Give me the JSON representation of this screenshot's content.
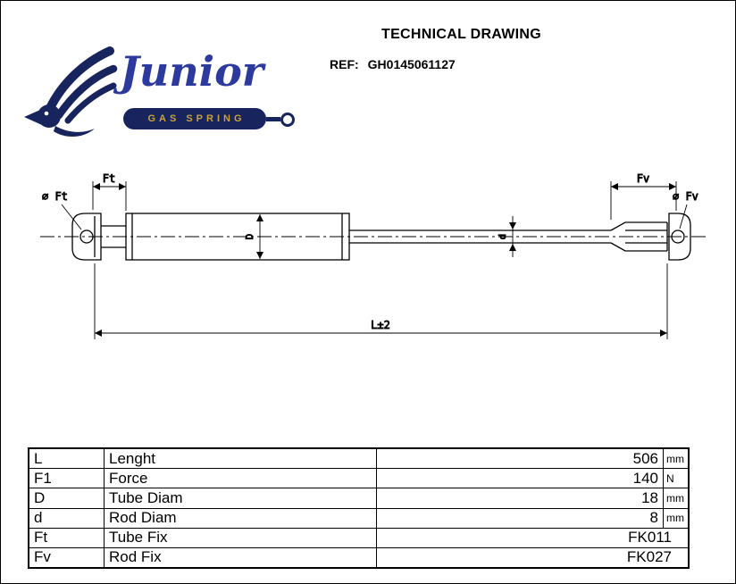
{
  "header": {
    "title": "TECHNICAL DRAWING",
    "ref_label": "REF:",
    "ref_value": "GH0145061127"
  },
  "logo": {
    "brand": "Junior",
    "tagline": "GAS SPRING",
    "colors": {
      "navy": "#17245e",
      "brand_blue": "#2b3a9c",
      "gold": "#c9a23c"
    }
  },
  "drawing": {
    "labels": {
      "tube_fix": "Ft",
      "rod_fix": "Fv",
      "dia_tube_fix": "⌀ Ft",
      "dia_rod_fix": "⌀ Fv",
      "tube_diam": "D",
      "rod_diam": "d",
      "length": "L±2"
    }
  },
  "table": {
    "rows": [
      {
        "symbol": "L",
        "name": "Lenght",
        "value": "506",
        "unit": "mm"
      },
      {
        "symbol": "F1",
        "name": "Force",
        "value": "140",
        "unit": "N"
      },
      {
        "symbol": "D",
        "name": "Tube Diam",
        "value": "18",
        "unit": "mm"
      },
      {
        "symbol": "d",
        "name": "Rod Diam",
        "value": "8",
        "unit": "mm"
      },
      {
        "symbol": "Ft",
        "name": "Tube Fix",
        "value": "FK011",
        "unit": ""
      },
      {
        "symbol": "Fv",
        "name": "Rod Fix",
        "value": "FK027",
        "unit": ""
      }
    ]
  }
}
